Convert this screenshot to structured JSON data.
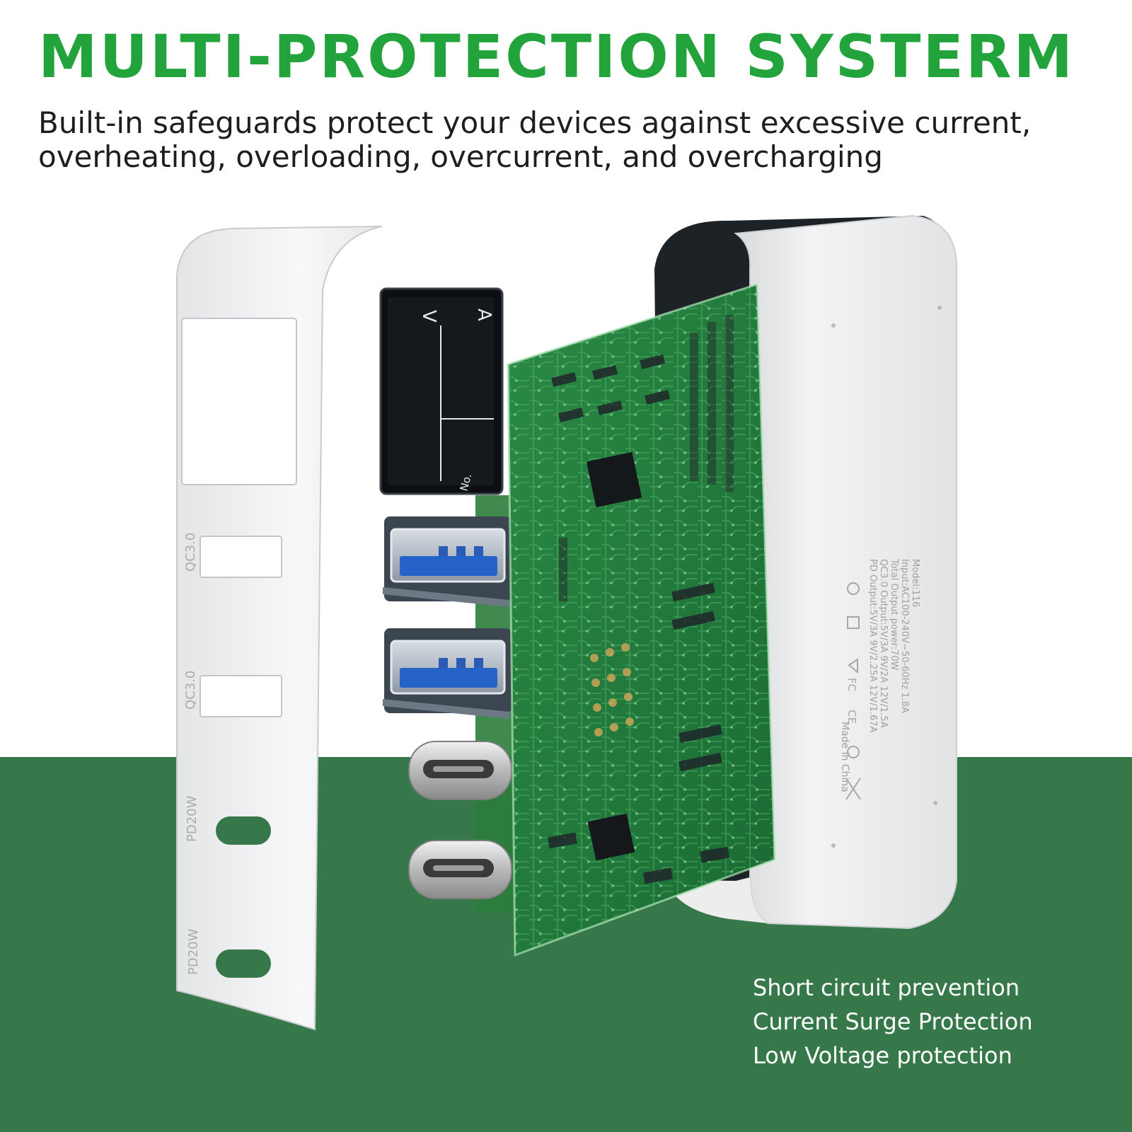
{
  "headline": "MULTI-PROTECTION SYSTERM",
  "subtitle": {
    "line1": "Built-in safeguards protect your devices against excessive current,",
    "line2": "overheating, overloading, overcurrent, and overcharging"
  },
  "features": [
    "Short circuit prevention",
    "Current Surge Protection",
    "Low Voltage protection"
  ],
  "cover_port_labels": [
    "QC3.0",
    "QC3.0",
    "PD20W",
    "PD20W"
  ],
  "display_labels": {
    "volts": "V",
    "amps": "A",
    "number": "No."
  },
  "spec_label": {
    "lines": [
      "Model:116",
      "Input:AC100-240V~50-60Hz 1.8A",
      "Total Output power:70W",
      "QC3.0 Output:5V/3A 9V/2A 12V/1.5A",
      "PD Output:5V/3A 9V/2.25A 12V/1.67A"
    ],
    "made_in": "Made in China"
  },
  "colors": {
    "headline": "#23a33c",
    "band": "#37784a",
    "pcb": "#1f7a3a",
    "feature_text": "#ffffff",
    "subtitle_text": "#1e1e1e"
  }
}
